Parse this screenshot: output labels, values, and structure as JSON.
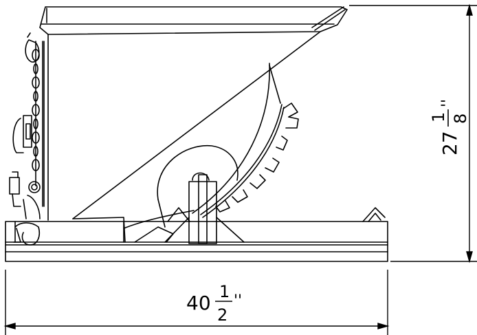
{
  "drawing": {
    "stroke_color": "#000000",
    "background_color": "#ffffff"
  },
  "dimensions": {
    "width": {
      "whole": "40",
      "numerator": "1",
      "denominator": "2",
      "unit": "''"
    },
    "height": {
      "whole": "27",
      "numerator": "1",
      "denominator": "8",
      "unit": "''"
    }
  }
}
